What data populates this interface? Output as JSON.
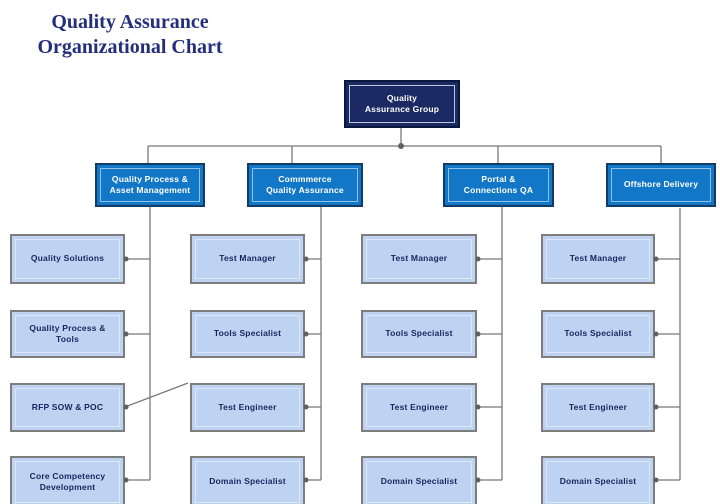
{
  "title": {
    "line1": "Quality Assurance",
    "line2": "Organizational Chart"
  },
  "root": {
    "label": "Quality\nAssurance Group"
  },
  "columns": [
    {
      "head": "Quality Process &\nAsset Management",
      "children": [
        "Quality Solutions",
        "Quality Process &\nTools",
        "RFP SOW & POC",
        "Core Competency\nDevelopment"
      ]
    },
    {
      "head": "Commmerce\nQuality Assurance",
      "children": [
        "Test Manager",
        "Tools Specialist",
        "Test Engineer",
        "Domain Specialist"
      ]
    },
    {
      "head": "Portal &\nConnections QA",
      "children": [
        "Test Manager",
        "Tools Specialist",
        "Test Engineer",
        "Domain Specialist"
      ]
    },
    {
      "head": "Offshore Delivery",
      "children": [
        "Test Manager",
        "Tools Specialist",
        "Test Engineer",
        "Domain Specialist"
      ]
    }
  ],
  "colors": {
    "title_text": "#242f7c",
    "root_fill": "#1b2a63",
    "root_border": "#0a1840",
    "head_fill": "#1377c8",
    "head_border": "#123b66",
    "child_fill": "#bed2f2",
    "child_inner_outline": "#dde7f9",
    "child_border": "#7d7d7d",
    "child_text": "#17265e",
    "connector": "#787878"
  }
}
